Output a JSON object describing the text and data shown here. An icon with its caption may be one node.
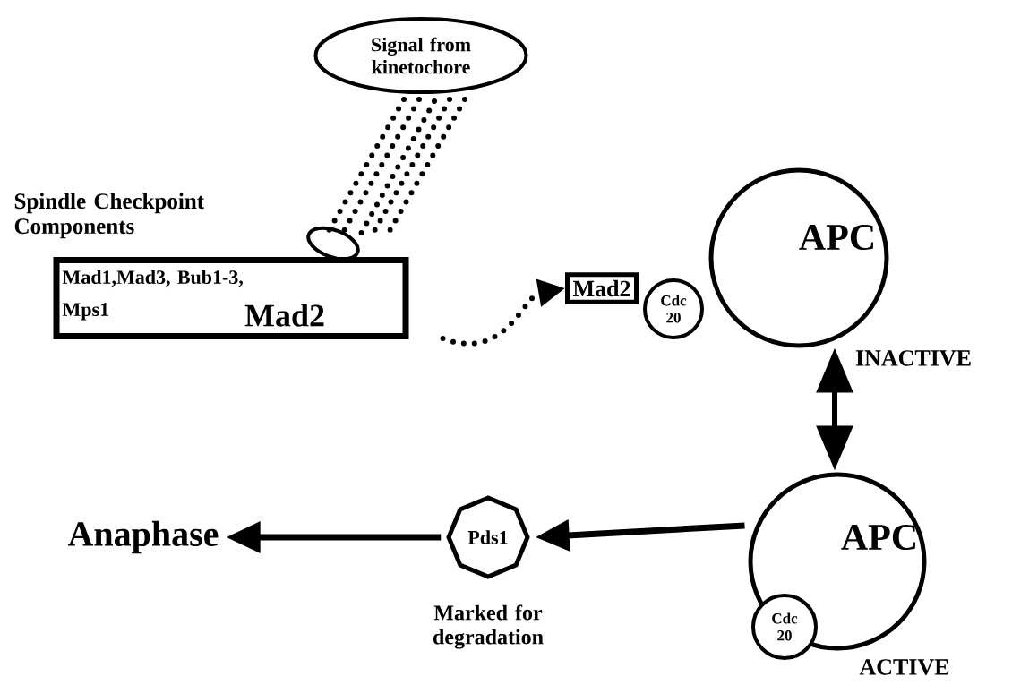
{
  "diagram": {
    "nodes": [
      {
        "text": [
          "Signal from kinetochore"
        ]
      },
      {
        "text": [],
        "shape": "ellipse"
      },
      {
        "text": [
          "Mad1,Mad3, Bub1-3, Mps1",
          "Mad2"
        ]
      },
      {
        "text": [
          "Mad2"
        ]
      },
      {
        "text": [
          "Cdc 20"
        ]
      },
      {
        "text": [
          "APC"
        ],
        "beside": [
          "INACTIVE"
        ]
      },
      {
        "text": [
          "APC"
        ],
        "beside": [
          "ACTIVE"
        ]
      },
      {
        "text": [
          "Cdc 20"
        ]
      },
      {
        "text": [
          "Pds1"
        ],
        "beside": [
          "Marked for degradation"
        ]
      },
      {
        "text": [
          "Anaphase"
        ]
      }
    ],
    "edges": [
      {
        "from": 0,
        "to": 1,
        "arrow": "none",
        "style": "dashed"
      },
      {
        "from": 2,
        "to": 3,
        "arrow": "to",
        "style": "dashed"
      },
      {
        "from": 5,
        "to": 6,
        "arrow": "both"
      },
      {
        "from": 6,
        "to": 8,
        "arrow": "to"
      },
      {
        "from": 8,
        "to": 9,
        "arrow": "to"
      }
    ],
    "labels": [
      "Spindle Checkpoint Components"
    ]
  }
}
